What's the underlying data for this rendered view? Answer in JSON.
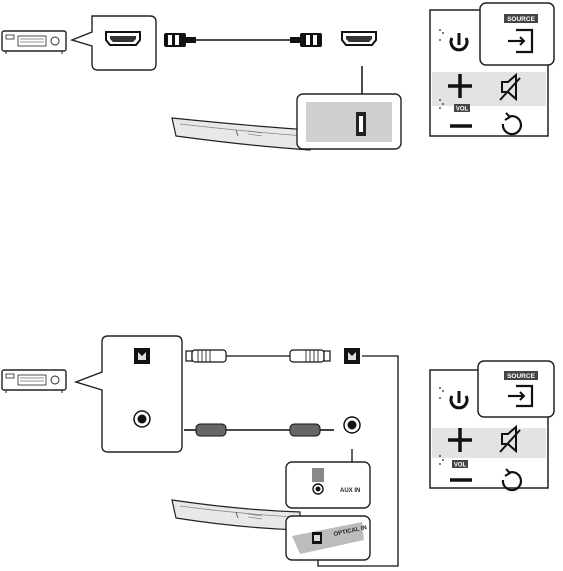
{
  "remote": {
    "source_label": "SOURCE",
    "vol_label": "VOL"
  },
  "ports": {
    "aux_in_label": "AUX IN",
    "optical_in_label": "OPTICAL IN"
  },
  "icons": {
    "power": "power-icon",
    "source": "source-input-icon",
    "volume_up": "plus-icon",
    "volume_down": "minus-icon",
    "mute": "mute-icon",
    "repeat": "repeat-icon",
    "hdmi": "hdmi-port-icon",
    "optical": "optical-port-icon",
    "aux": "aux-jack-icon"
  }
}
